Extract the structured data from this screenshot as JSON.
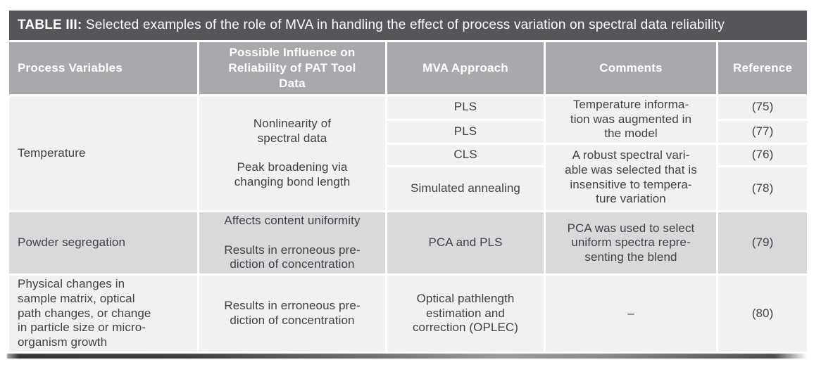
{
  "title": {
    "label": "TABLE III:",
    "text": " Selected examples of the role of MVA in handling the effect of process variation on spectral data reliability"
  },
  "header": {
    "columns": [
      "Process Variables",
      "Possible Influence on\nReliability of PAT Tool\nData",
      "MVA Approach",
      "Comments",
      "Reference"
    ]
  },
  "body": {
    "temperature": {
      "process_variable": "Temperature",
      "influence": "Nonlinearity of\nspectral data\n\nPeak broadening via\nchanging bond length",
      "mva": [
        "PLS",
        "PLS",
        "CLS",
        "Simulated annealing"
      ],
      "comments": [
        "Temperature informa-\ntion was augmented in\nthe model",
        "A robust spectral vari-\nable was selected that is\ninsensitive to tempera-\nture variation"
      ],
      "references": [
        "(75)",
        "(77)",
        "(76)",
        "(78)"
      ]
    },
    "powder": {
      "process_variable": "Powder segregation",
      "influence": "Affects content uniformity\n\nResults in erroneous pre-\ndiction of concentration",
      "mva": "PCA and PLS",
      "comments": "PCA was used to select\nuniform spectra repre-\nsenting the blend",
      "reference": "(79)"
    },
    "physical": {
      "process_variable": "Physical changes in\nsample matrix, optical\npath changes, or change\nin particle size or micro-\norganism growth",
      "influence": "Results in erroneous pre-\ndiction of concentration",
      "mva": "Optical pathlength\nestimation and\ncorrection (OPLEC)",
      "comments": "–",
      "reference": "(80)"
    }
  },
  "colors": {
    "title_bar_bg": "#54565a",
    "header_bg": "#a7a9ac",
    "row_light_bg": "#f1f1f2",
    "row_dark_bg": "#d8d9da",
    "text": "#3f4145",
    "header_text": "#ffffff",
    "separator": "#ffffff"
  }
}
